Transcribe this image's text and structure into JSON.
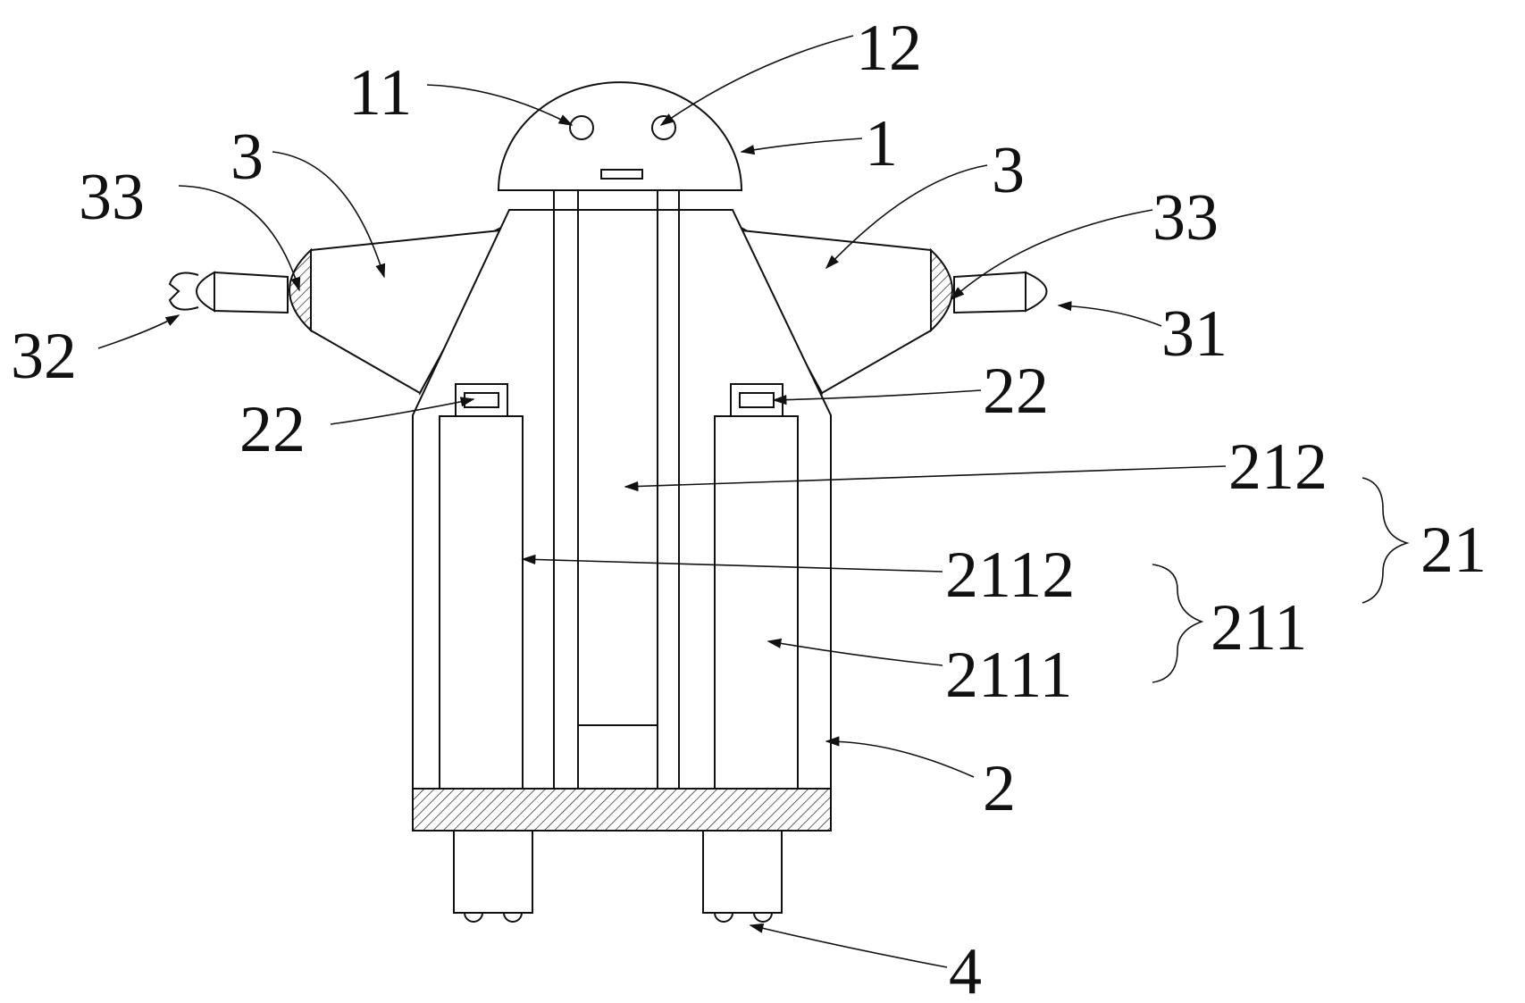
{
  "labels": {
    "l11": "11",
    "l12": "12",
    "l1": "1",
    "l3_left": "3",
    "l3_right": "3",
    "l33_left": "33",
    "l33_right": "33",
    "l32": "32",
    "l31": "31",
    "l22_left": "22",
    "l22_right": "22",
    "l212": "212",
    "l21": "21",
    "l2112": "2112",
    "l211": "211",
    "l2111": "2111",
    "l2": "2",
    "l4": "4"
  }
}
